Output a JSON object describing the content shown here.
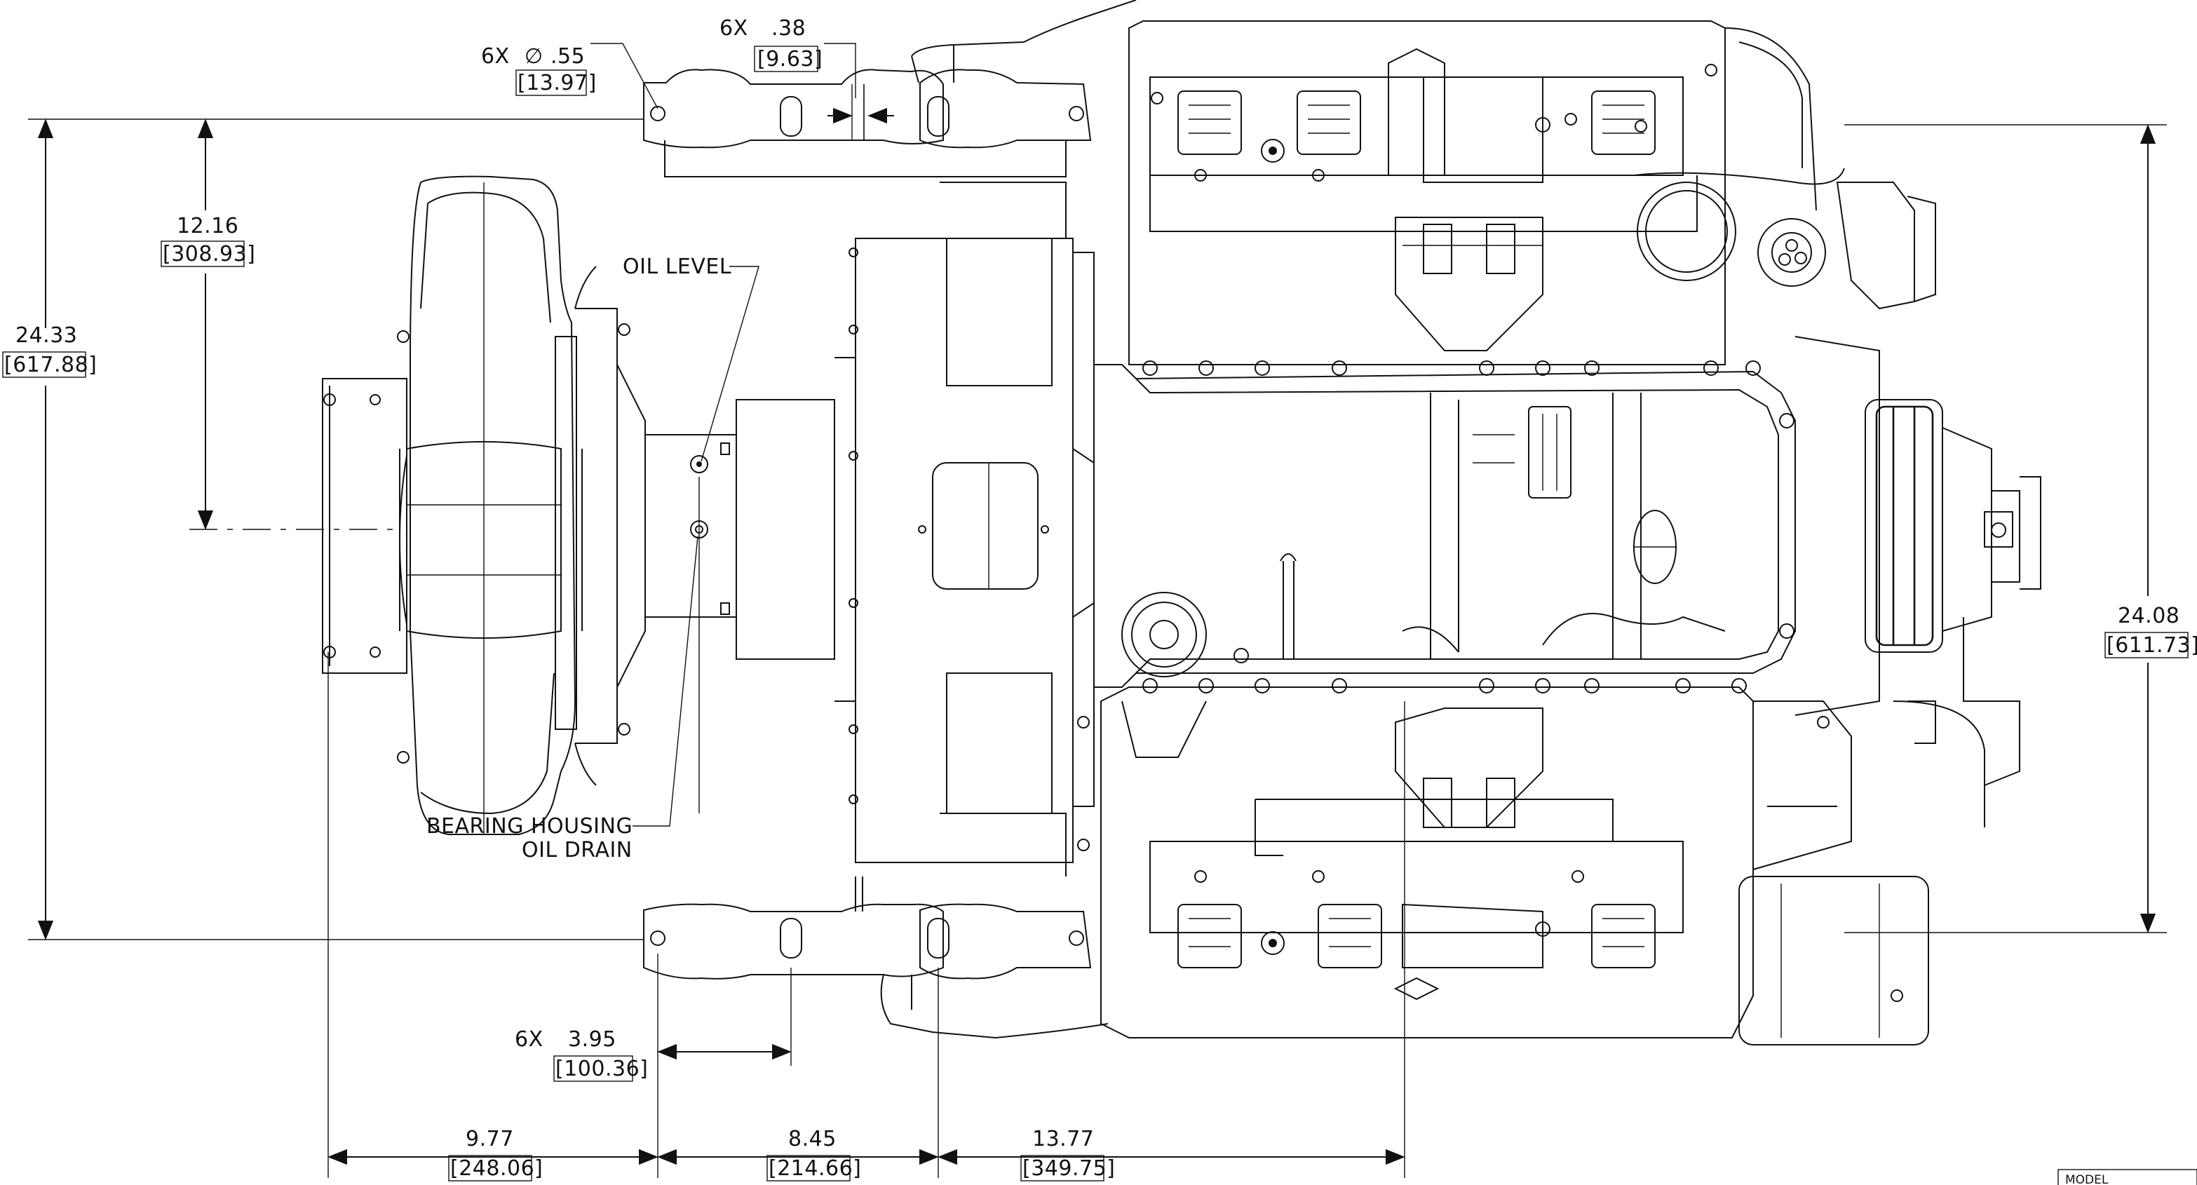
{
  "dimensions": {
    "hole_count": "6X",
    "hole_diameter_in": ".55",
    "hole_diameter_mm": "[13.97]",
    "bracket_thickness_count": "6X",
    "bracket_thickness_in": ".38",
    "bracket_thickness_mm": "[9.63]",
    "turbo_center_height_in": "12.16",
    "turbo_center_height_mm": "[308.93]",
    "overall_mount_span_in": "24.33",
    "overall_mount_span_mm": "[617.88]",
    "right_mount_span_in": "24.08",
    "right_mount_span_mm": "[611.73]",
    "slot_spacing_count": "6X",
    "slot_spacing_in": "3.95",
    "slot_spacing_mm": "[100.36]",
    "turbo_to_mount_in": "9.77",
    "turbo_to_mount_mm": "[248.06]",
    "mount_to_mount_in": "8.45",
    "mount_to_mount_mm": "[214.66]",
    "mount_to_crank_in": "13.77",
    "mount_to_crank_mm": "[349.75]"
  },
  "callouts": {
    "oil_level": "OIL LEVEL",
    "bearing_housing_line1": "BEARING HOUSING",
    "bearing_housing_line2": "OIL DRAIN"
  },
  "title_block": {
    "model_label": "MODEL"
  },
  "colors": {
    "line": "#111111",
    "background": "#ffffff"
  }
}
